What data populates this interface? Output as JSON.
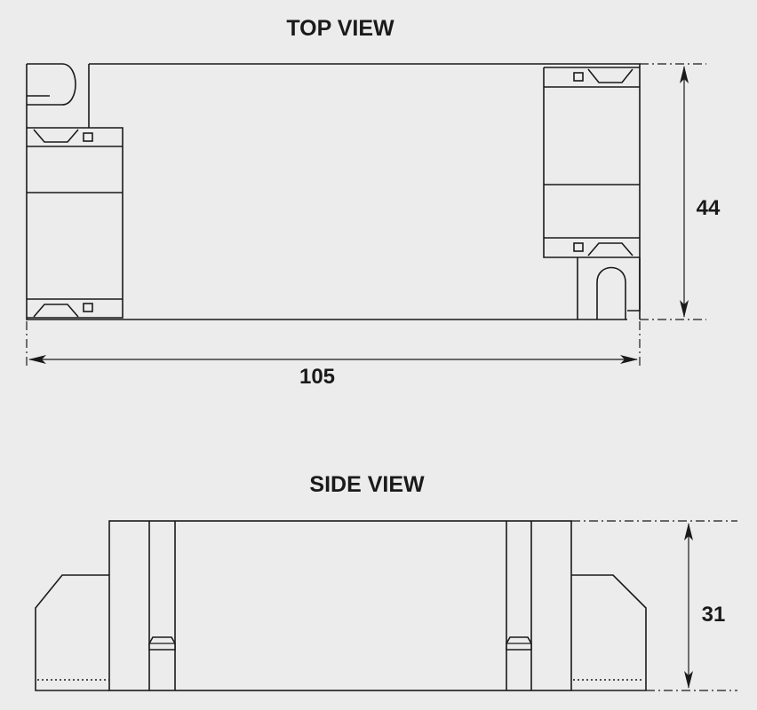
{
  "top_view": {
    "title": "TOP VIEW",
    "width_dimension": "105",
    "height_dimension": "44"
  },
  "side_view": {
    "title": "SIDE VIEW",
    "height_dimension": "31"
  }
}
